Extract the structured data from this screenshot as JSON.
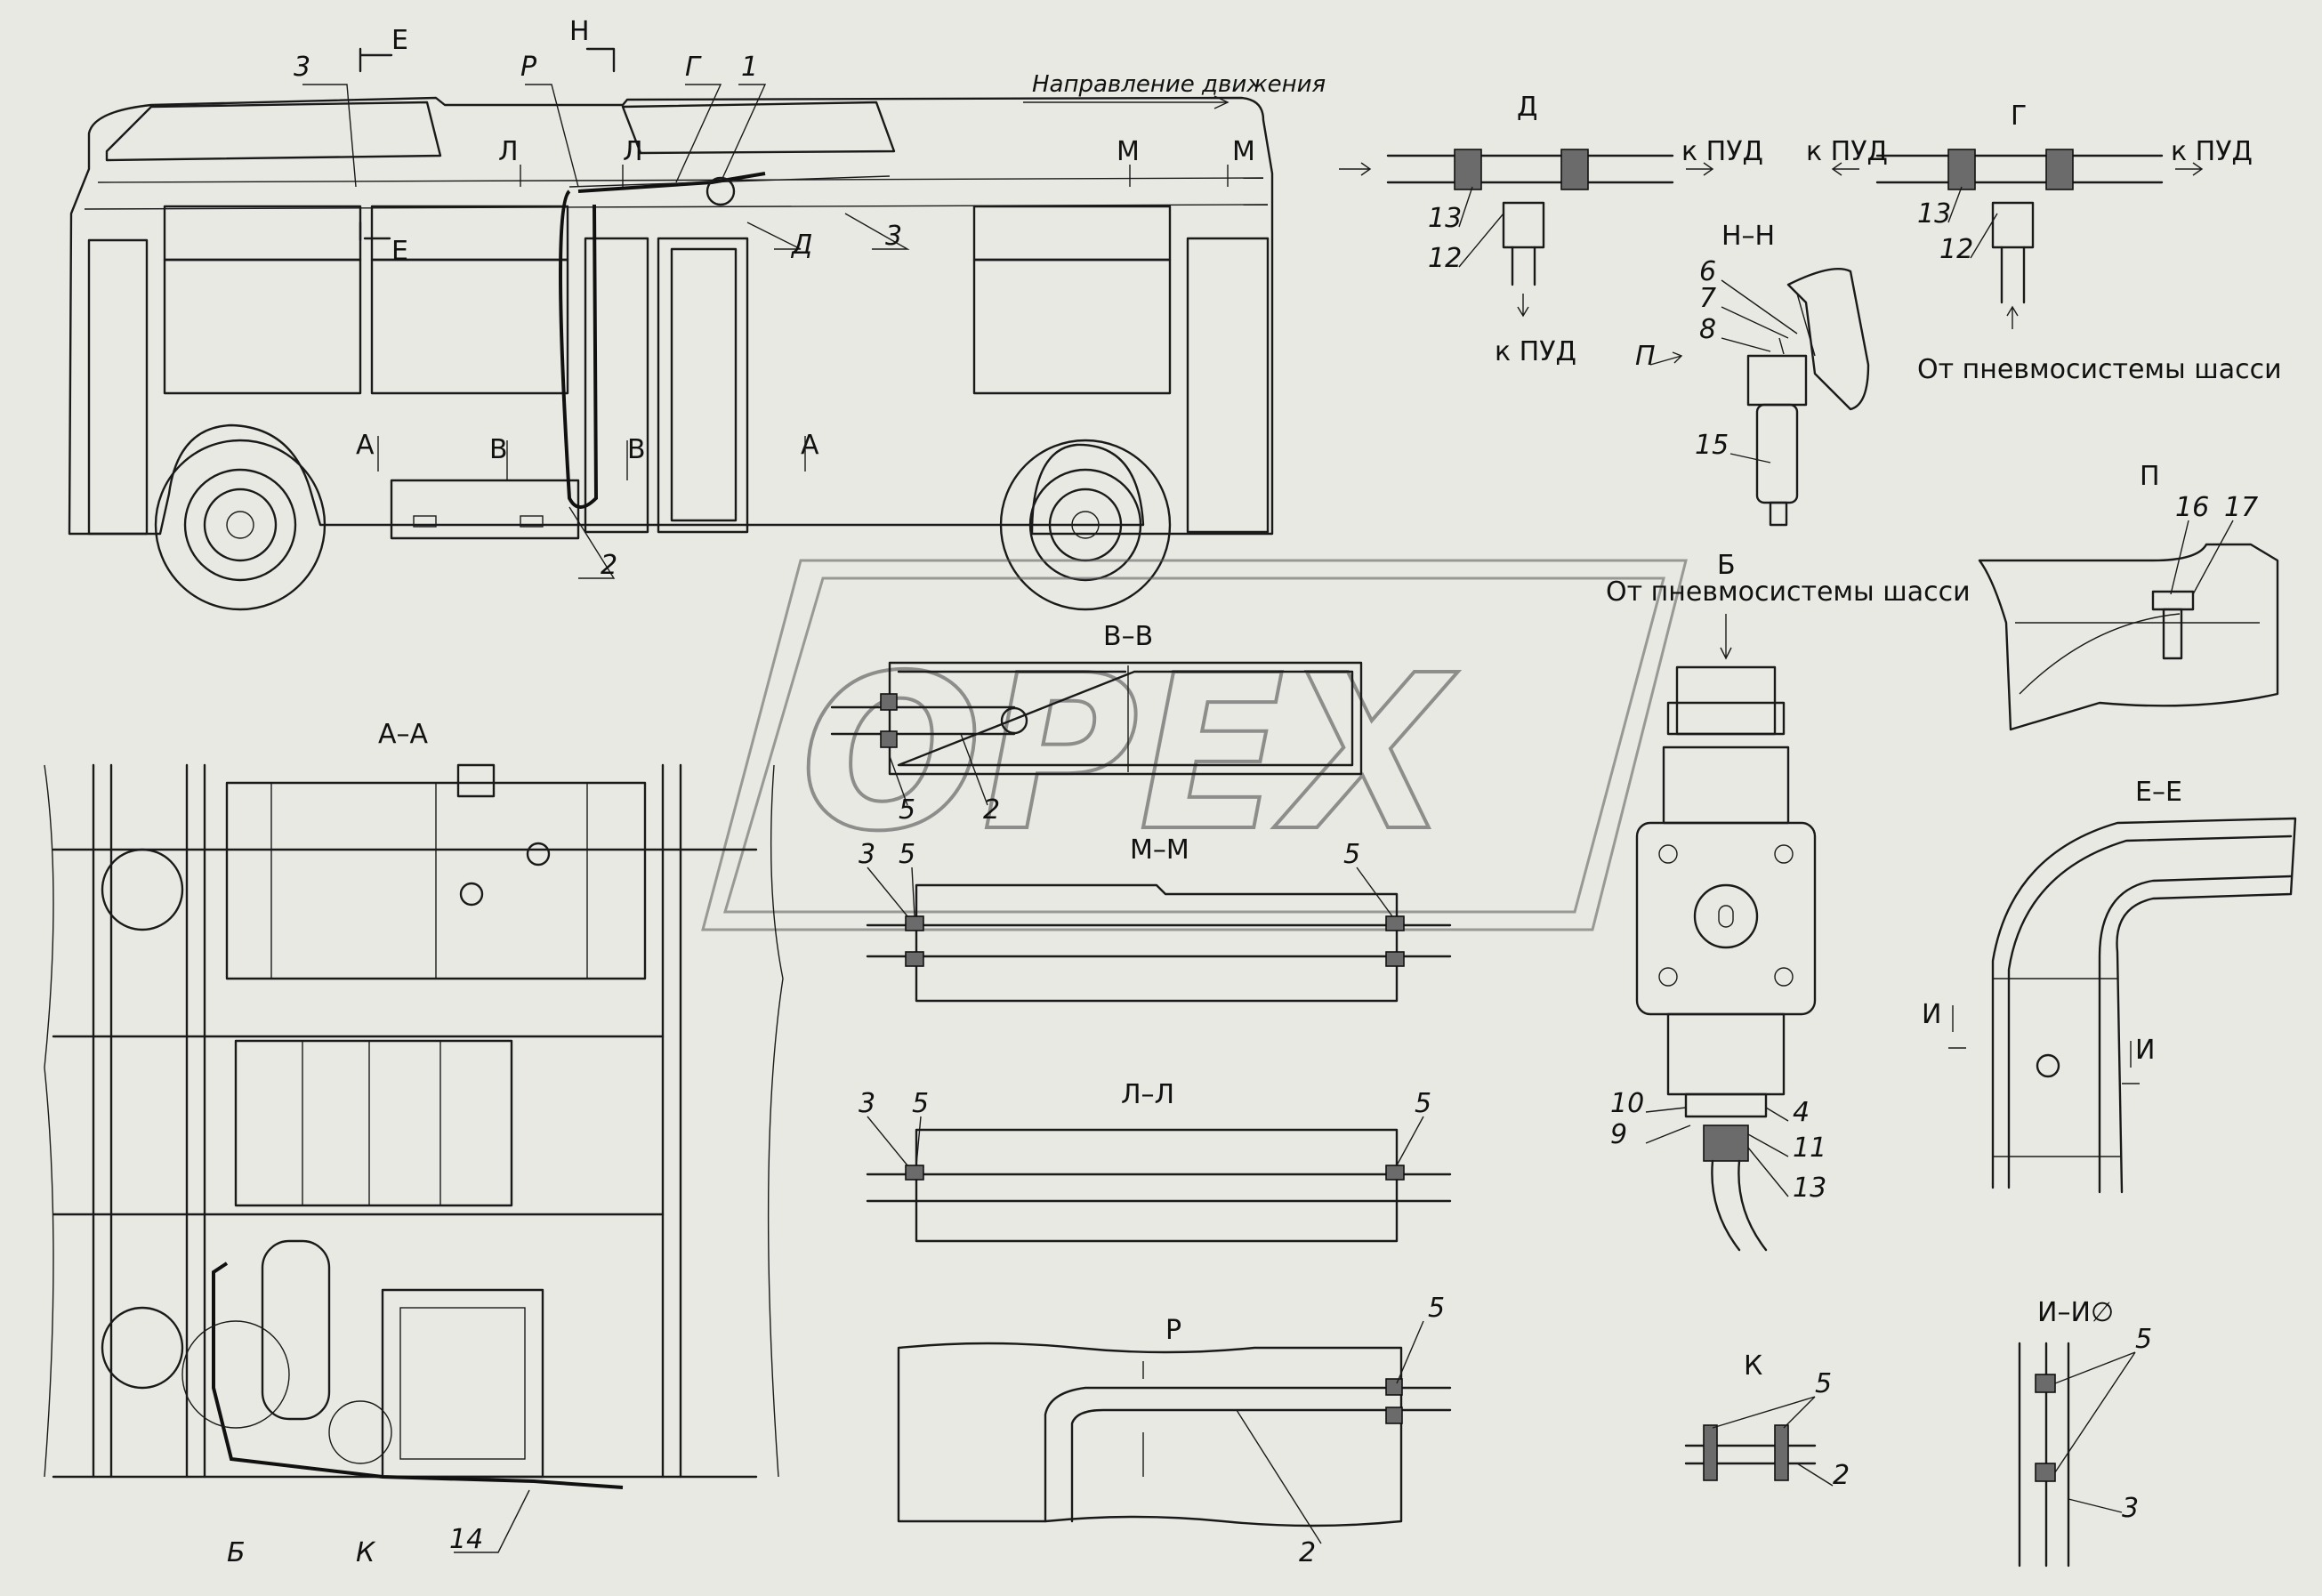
{
  "direction_note": "Направление движения",
  "sections": {
    "AA": "А–А",
    "BB": "В–В",
    "MM": "М–М",
    "LL": "Л–Л",
    "P": "Р",
    "D": "Д",
    "G": "Г",
    "NN": "Н–Н",
    "B": "Б",
    "PI": "П",
    "EE": "Е–Е",
    "K": "К",
    "II": "И–И"
  },
  "cut_marks": {
    "E": "Е",
    "N": "Н",
    "L": "Л",
    "M": "М",
    "A": "А",
    "V": "В",
    "I": "И",
    "P": "П"
  },
  "flow_labels": {
    "to_pud": "к ПУД",
    "from_chassis": "От пневмосистемы шасси"
  },
  "callouts": {
    "n1": "1",
    "n2": "2",
    "n3": "3",
    "n4": "4",
    "n5": "5",
    "n6": "6",
    "n7": "7",
    "n8": "8",
    "n9": "9",
    "n10": "10",
    "n11": "11",
    "n12": "12",
    "n13": "13",
    "n14": "14",
    "n15": "15",
    "n16": "16",
    "n17": "17",
    "P": "Р",
    "G": "Г",
    "D": "Д",
    "B": "Б",
    "K": "К"
  },
  "watermark": "OPEX",
  "extra_mark": "∅"
}
